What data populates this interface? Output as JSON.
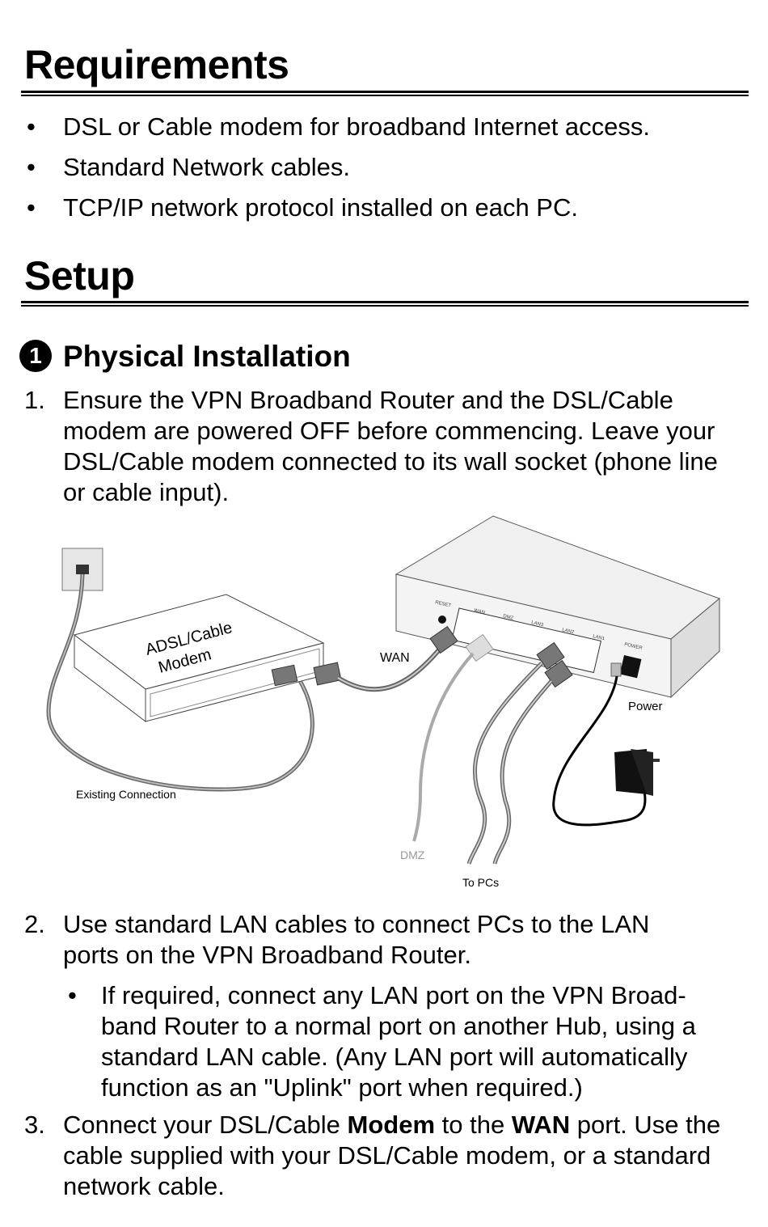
{
  "requirements": {
    "title": "Requirements",
    "items": [
      "DSL or Cable modem for broadband Internet access.",
      "Standard Network cables.",
      "TCP/IP network protocol installed on each PC."
    ],
    "bullet": "•"
  },
  "setup": {
    "title": "Setup",
    "section": {
      "number": "1",
      "title": "Physical Installation"
    },
    "steps": [
      {
        "number": "1.",
        "text": "Ensure the VPN Broadband Router and the DSL/Cable modem are powered OFF before commencing. Leave your DSL/Cable modem connected to its wall socket (phone line or cable input)."
      },
      {
        "number": "2.",
        "text": "Use standard LAN cables to connect PCs to the LAN ports on the VPN Broadband Router.",
        "sub_bullet": "If required, connect any LAN port on the VPN Broad-band Router to a normal port on another Hub, using a standard LAN cable. (Any LAN port will automatically function as an \"Uplink\" port when required.)"
      },
      {
        "number": "3.",
        "text_parts": [
          {
            "text": "Connect your DSL/Cable ",
            "bold": false
          },
          {
            "text": "Modem",
            "bold": true
          },
          {
            "text": " to the ",
            "bold": false
          },
          {
            "text": "WAN",
            "bold": true
          },
          {
            "text": " port. Use the cable supplied with your DSL/Cable modem, or a standard network cable.",
            "bold": false
          }
        ]
      }
    ]
  },
  "diagram": {
    "modem_label_line1": "ADSL/Cable",
    "modem_label_line2": "Modem",
    "wan_label": "WAN",
    "power_label": "Power",
    "existing_connection_label": "Existing Connection",
    "dmz_label": "DMZ",
    "to_pcs_label": "To PCs",
    "router_port_labels": [
      "RESET",
      "WAN",
      "DMZ",
      "LAN3",
      "LAN2",
      "LAN1",
      "POWER"
    ]
  }
}
